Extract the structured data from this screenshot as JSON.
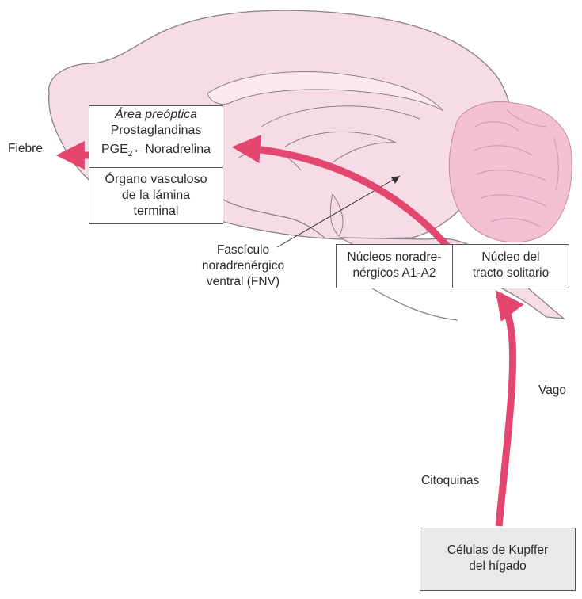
{
  "colors": {
    "brain_fill": "#f6dce6",
    "cerebellum_fill": "#f2bfd3",
    "arrow": "#e3466e",
    "outline": "#8a7f86",
    "box_fill": "#e9e9e9"
  },
  "preoptic_box": {
    "title": "Área preóptica",
    "line2": "Prostaglandinas",
    "pge": "PGE",
    "pge_sub": "2",
    "arrow_glyph": "←",
    "noradrenaline": "Noradrelina"
  },
  "ovlt_box": {
    "line1": "Órgano vasculoso",
    "line2": "de la lámina",
    "line3": "terminal"
  },
  "labels": {
    "fiebre": "Fiebre",
    "fnv_line1": "Fascículo",
    "fnv_line2": "noradrenérgico",
    "fnv_line3": "ventral (FNV)",
    "vago": "Vago",
    "citoquinas": "Citoquinas"
  },
  "nuclei_box": {
    "left_line1": "Núcleos noradre-",
    "left_line2": "nérgicos A1-A2",
    "right_line1": "Núcleo del",
    "right_line2": "tracto solitario"
  },
  "kupffer_box": {
    "line1": "Células de Kupffer",
    "line2": "del hígado"
  }
}
